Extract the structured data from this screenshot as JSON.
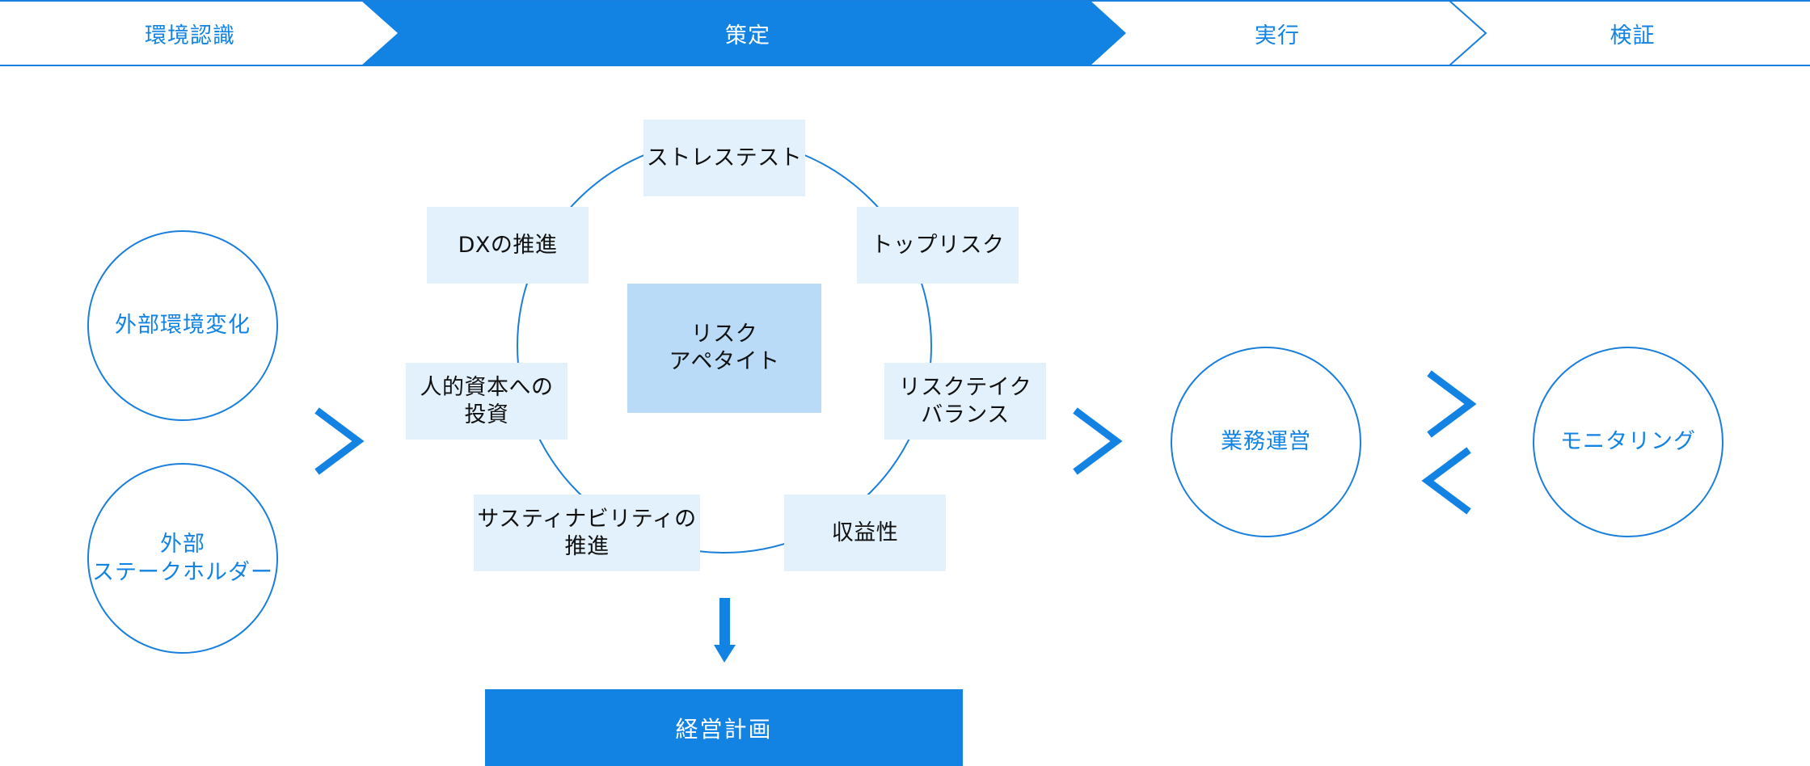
{
  "colors": {
    "primary": "#1283e3",
    "box_fill": "#e3f1fc",
    "center_fill": "#b9dbf7",
    "line": "#1a7fdc"
  },
  "steps": [
    {
      "label": "環境認識",
      "active": false
    },
    {
      "label": "策定",
      "active": true
    },
    {
      "label": "実行",
      "active": false
    },
    {
      "label": "検証",
      "active": false
    }
  ],
  "left_circles": [
    {
      "label": "外部環境変化"
    },
    {
      "label": "外部\nステークホルダー"
    }
  ],
  "center": {
    "label": "リスク\nアペタイト"
  },
  "ring_items": [
    {
      "label": "ストレステスト"
    },
    {
      "label": "トップリスク"
    },
    {
      "label": "リスクテイク\nバランス"
    },
    {
      "label": "収益性"
    },
    {
      "label": "サスティナビリティの\n推進"
    },
    {
      "label": "人的資本への\n投資"
    },
    {
      "label": "DXの推進"
    }
  ],
  "right_circles": [
    {
      "label": "業務運営"
    },
    {
      "label": "モニタリング"
    }
  ],
  "output": {
    "label": "経営計画"
  }
}
